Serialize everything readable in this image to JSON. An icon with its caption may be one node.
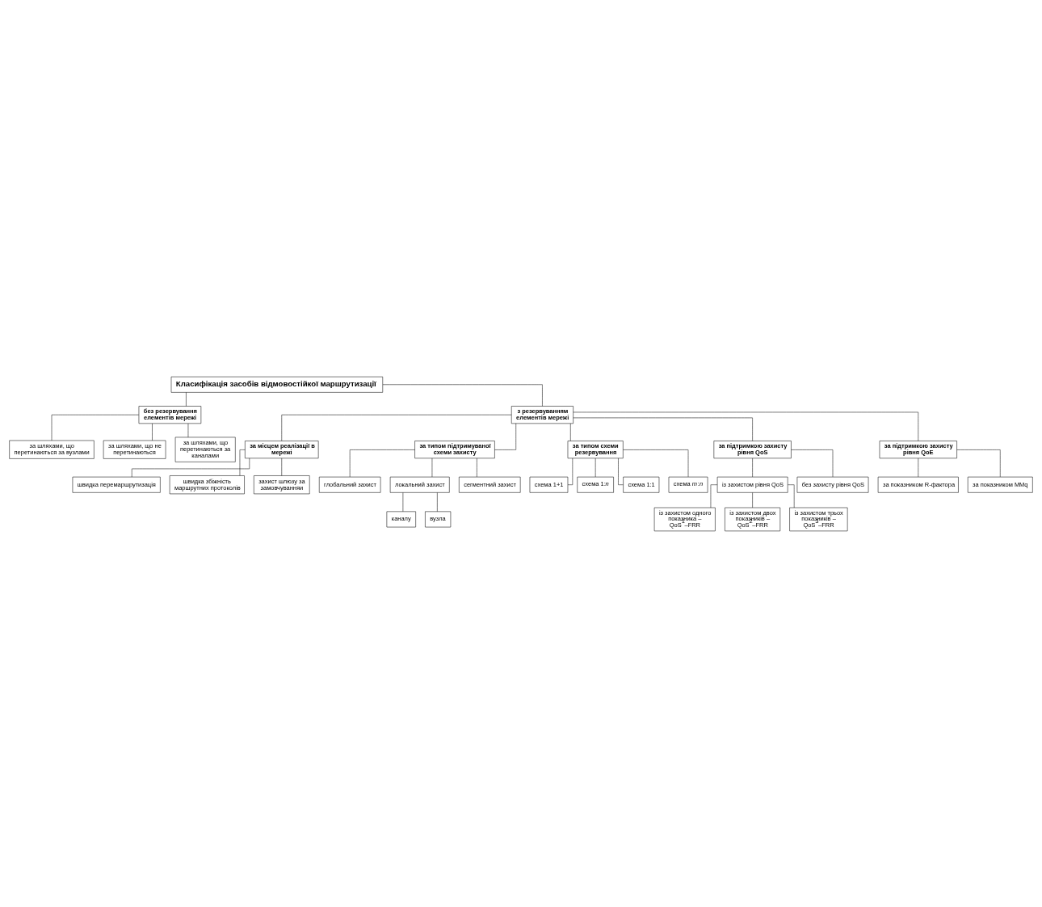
{
  "diagram": {
    "nodes": [
      {
        "text": [
          "Класифікація засобів відмовостійкої маршрутизації"
        ]
      },
      {
        "text": [
          "без резервування елементів мережі"
        ]
      },
      {
        "text": [
          "з резервуванням елементів мережі"
        ]
      },
      {
        "text": [
          "за шляхами, що перетинаються за вузлами"
        ]
      },
      {
        "text": [
          "за шляхами, що не перетинаються"
        ]
      },
      {
        "text": [
          "за шляхами, що перетинаються за каналами"
        ]
      },
      {
        "text": [
          "за місцем реалізації в мережі"
        ]
      },
      {
        "text": [
          "за типом підтримуваної схеми захисту"
        ]
      },
      {
        "text": [
          "глобальний захист"
        ]
      },
      {
        "text": [
          "швидка перемаршрутизація"
        ]
      },
      {
        "text": [
          "швидка збіжність маршрутних протоколів"
        ]
      },
      {
        "text": [
          "локальний захист"
        ]
      },
      {
        "text": [
          "сегментний захист"
        ]
      },
      {
        "text": [
          "захист шлюзу за замовчуванняи"
        ]
      },
      {
        "text": [
          "каналу"
        ]
      },
      {
        "text": [
          "вузла"
        ]
      },
      {
        "text": [
          "за типом схеми резервування"
        ]
      },
      {
        "text": [
          "за підтримкою захисту рівня QoS"
        ]
      },
      {
        "text": [
          "схема 1+1"
        ]
      },
      {
        "text": [
          "схема 1:*n*"
        ]
      },
      {
        "text": [
          "схема 1:1"
        ]
      },
      {
        "text": [
          "схема *m*:*n*"
        ]
      },
      {
        "text": [
          "із захистом рівня QoS"
        ]
      },
      {
        "text": [
          "без захисту рівня QoS"
        ]
      },
      {
        "text": [
          "за підтримкою захисту рівня QoE"
        ]
      },
      {
        "text": [
          "із захистом одного показника – QoS$^{1}$–FRR"
        ]
      },
      {
        "text": [
          "із захистом двох показників – QoS$^{2}$–FRR"
        ]
      },
      {
        "text": [
          "із захистом трьох показників – QoS$^{3}$–FRR"
        ]
      },
      {
        "text": [
          "за показником R-фактора"
        ]
      },
      {
        "text": [
          "за показником MMq"
        ]
      }
    ],
    "edges": [
      {
        "from": 0,
        "to": 1,
        "arrow": "none"
      },
      {
        "from": 0,
        "to": 2,
        "arrow": "none"
      },
      {
        "from": 1,
        "to": 3,
        "arrow": "none"
      },
      {
        "from": 1,
        "to": 4,
        "arrow": "none"
      },
      {
        "from": 1,
        "to": 5,
        "arrow": "none"
      },
      {
        "from": 2,
        "to": 6,
        "arrow": "none"
      },
      {
        "from": 2,
        "to": 7,
        "arrow": "none"
      },
      {
        "from": 2,
        "to": 16,
        "arrow": "none"
      },
      {
        "from": 2,
        "to": 17,
        "arrow": "none"
      },
      {
        "from": 2,
        "to": 24,
        "arrow": "none"
      },
      {
        "from": 6,
        "to": 9,
        "arrow": "none"
      },
      {
        "from": 6,
        "to": 10,
        "arrow": "none"
      },
      {
        "from": 6,
        "to": 13,
        "arrow": "none"
      },
      {
        "from": 7,
        "to": 8,
        "arrow": "none"
      },
      {
        "from": 7,
        "to": 11,
        "arrow": "none"
      },
      {
        "from": 7,
        "to": 12,
        "arrow": "none"
      },
      {
        "from": 11,
        "to": 14,
        "arrow": "none"
      },
      {
        "from": 11,
        "to": 15,
        "arrow": "none"
      },
      {
        "from": 16,
        "to": 18,
        "arrow": "none"
      },
      {
        "from": 16,
        "to": 19,
        "arrow": "none"
      },
      {
        "from": 16,
        "to": 20,
        "arrow": "none"
      },
      {
        "from": 16,
        "to": 21,
        "arrow": "none"
      },
      {
        "from": 17,
        "to": 22,
        "arrow": "none"
      },
      {
        "from": 17,
        "to": 23,
        "arrow": "none"
      },
      {
        "from": 22,
        "to": 25,
        "arrow": "none"
      },
      {
        "from": 22,
        "to": 26,
        "arrow": "none"
      },
      {
        "from": 22,
        "to": 27,
        "arrow": "none"
      },
      {
        "from": 24,
        "to": 28,
        "arrow": "none"
      },
      {
        "from": 24,
        "to": 29,
        "arrow": "none"
      }
    ]
  }
}
